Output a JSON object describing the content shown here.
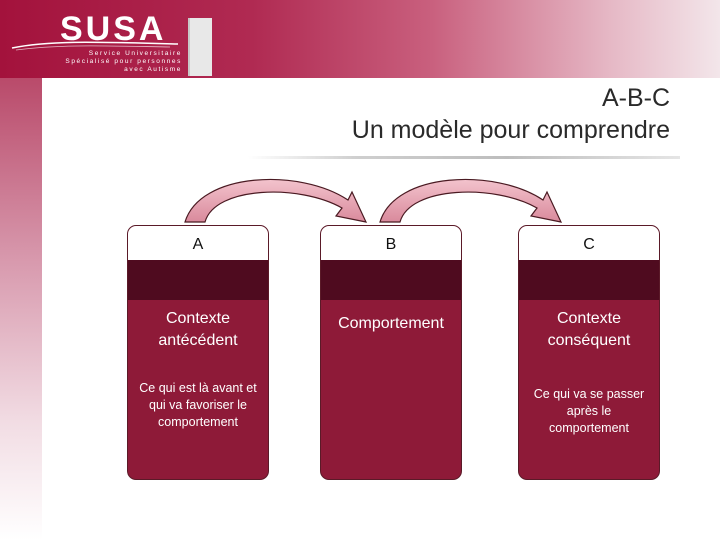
{
  "logo": {
    "name": "SUSA",
    "subtitle_lines": [
      "Service Universitaire",
      "Spécialisé pour personnes",
      "avec Autisme"
    ]
  },
  "title": {
    "line1": "A-B-C",
    "line2": "Un modèle pour comprendre"
  },
  "columns": [
    {
      "letter": "A",
      "label": "Contexte antécédent",
      "description": "Ce qui est là avant et qui va favoriser le comportement"
    },
    {
      "letter": "B",
      "label": "Comportement",
      "description": ""
    },
    {
      "letter": "C",
      "label": "Contexte conséquent",
      "description": "Ce qui va se passer après le comportement"
    }
  ],
  "colors": {
    "brand": "#a3123c",
    "box_fill": "#8e1a38",
    "box_dark": "#4f0b1f",
    "arrow_fill": "#e8a6b4"
  }
}
